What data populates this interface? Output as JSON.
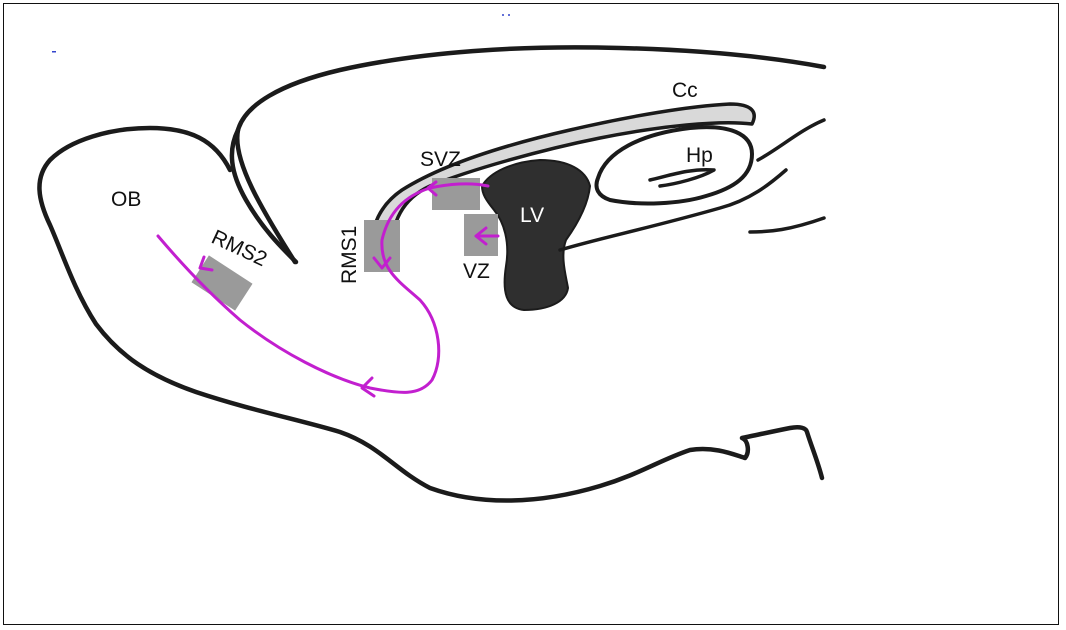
{
  "labels": {
    "ob": "OB",
    "rms2": "RMS2",
    "rms1": "RMS1",
    "svz": "SVZ",
    "vz": "VZ",
    "lv": "LV",
    "cc": "Cc",
    "hp": "Hp"
  },
  "colors": {
    "outline": "#1b1b1b",
    "migration_path": "#c21fcf",
    "region_box": "#9a9a9a",
    "ventricle": "#2f2f2f",
    "corpus_callosum": "#d9d9d9"
  }
}
